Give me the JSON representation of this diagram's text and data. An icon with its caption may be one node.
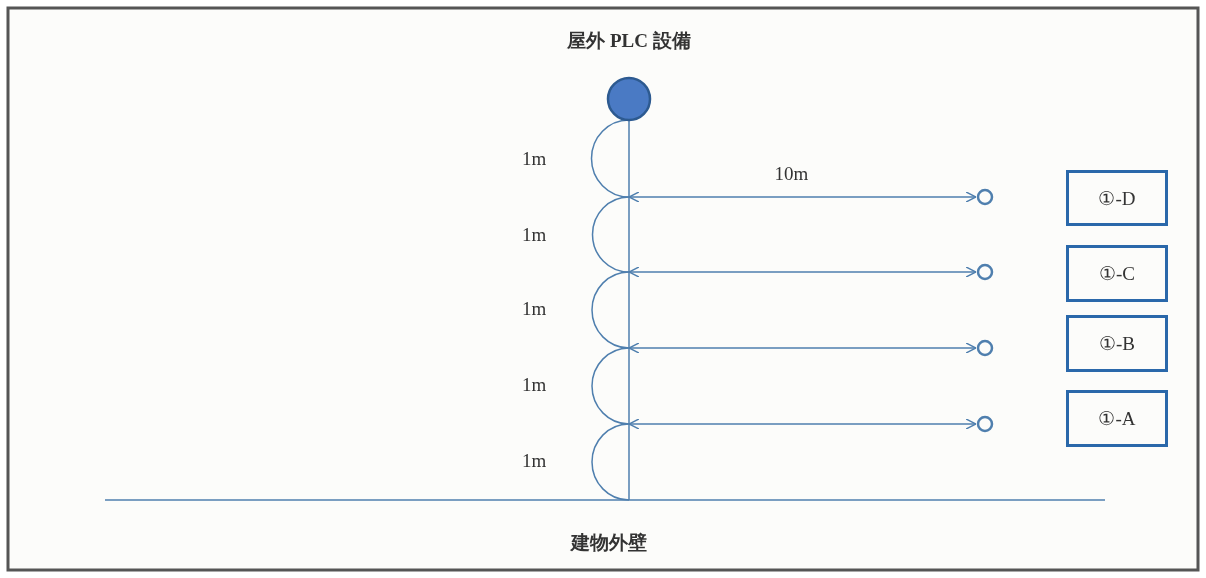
{
  "diagram": {
    "nodes": [
      {
        "text": [
          "屋外 PLC 設備"
        ]
      },
      {
        "text": [],
        "shape": "circle"
      },
      {
        "text": [],
        "shape": "circle"
      },
      {
        "text": [],
        "shape": "circle"
      },
      {
        "text": [],
        "shape": "circle"
      },
      {
        "text": [
          "①-D"
        ]
      },
      {
        "text": [
          "①-C"
        ]
      },
      {
        "text": [
          "①-B"
        ]
      },
      {
        "text": [
          "①-A"
        ]
      }
    ],
    "edges": [
      {
        "from": null,
        "to": 1,
        "arrow": "both",
        "label": "10m"
      },
      {
        "from": null,
        "to": 2,
        "arrow": "both"
      },
      {
        "from": null,
        "to": 3,
        "arrow": "both"
      },
      {
        "from": null,
        "to": 4,
        "arrow": "both"
      }
    ],
    "labels": [
      "1m",
      "1m",
      "1m",
      "1m",
      "1m",
      "建物外壁"
    ]
  }
}
